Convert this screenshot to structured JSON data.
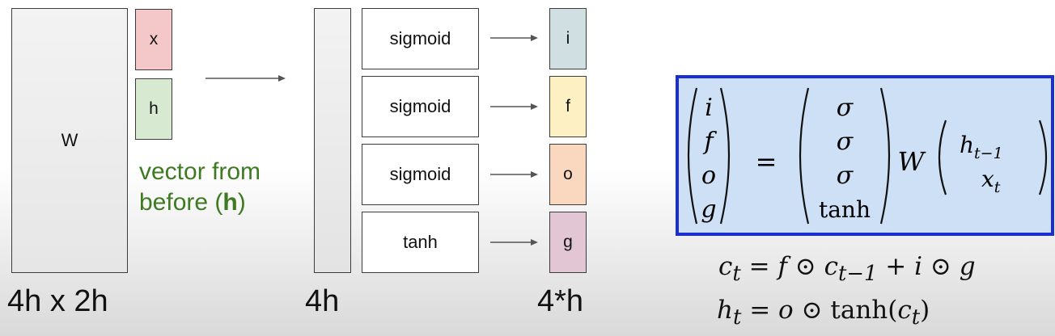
{
  "weight_matrix": {
    "label": "W",
    "dims": "4h x 2h"
  },
  "input_vectors": {
    "x": "x",
    "h": "h"
  },
  "note": {
    "text": "vector from before (",
    "bold": "h",
    "close": ")"
  },
  "middle": {
    "dims": "4h"
  },
  "activations": [
    "sigmoid",
    "sigmoid",
    "sigmoid",
    "tanh"
  ],
  "gates": {
    "labels": [
      "i",
      "f",
      "o",
      "g"
    ],
    "colors": [
      "#cfdfe2",
      "#fdf1c4",
      "#f9d8bf",
      "#e2c6d3"
    ],
    "dims": "4*h"
  },
  "formula": {
    "lhs": [
      "i",
      "f",
      "o",
      "g"
    ],
    "eq": "=",
    "acts": [
      "σ",
      "σ",
      "σ",
      "tanh"
    ],
    "W": "W",
    "vec_top": "h",
    "vec_top_sub": "t−1",
    "vec_bottom": "x",
    "vec_bottom_sub": "t",
    "border_color": "#1a2fd0",
    "fill_color": "#cde0f5"
  },
  "equations": {
    "c_lhs": "c",
    "c_lhs_sub": "t",
    "c_eq": " = ",
    "c_f": "f",
    "c_odot1": " ⊙ ",
    "c_prev": "c",
    "c_prev_sub": "t−1",
    "c_plus": " + ",
    "c_i": "i",
    "c_odot2": " ⊙ ",
    "c_g": "g",
    "h_lhs": "h",
    "h_lhs_sub": "t",
    "h_eq": " = ",
    "h_o": "o",
    "h_odot": " ⊙ ",
    "h_tanh": "tanh(",
    "h_c": "c",
    "h_c_sub": "t",
    "h_close": ")"
  }
}
